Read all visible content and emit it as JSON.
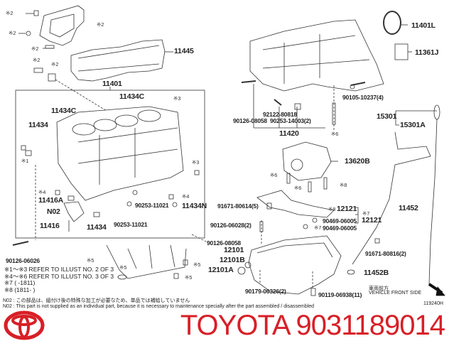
{
  "diagram": {
    "code": "119240H",
    "direction": {
      "jp": "車両前方",
      "en": "VEHICLE FRONT SIDE"
    },
    "labels": {
      "11445": "11445",
      "11401": "11401",
      "11434C_a": "11434C",
      "11434C_b": "11434C",
      "11434_a": "11434",
      "11434_b": "11434",
      "11416A": "11416A",
      "N02": "N02",
      "11416": "11416",
      "90253_a": "90253-11021",
      "90253_b": "90253-11021",
      "11434N": "11434N",
      "90126_06026": "90126-06026",
      "11401L": "11401L",
      "11361J": "11361J",
      "90126_08058_a": "90126-08058",
      "92122": "92122-80818",
      "90253_14003": "90253-14003(2)",
      "11420": "11420",
      "90105": "90105-10237(4)",
      "15301": "15301",
      "15301A": "15301A",
      "13620B": "13620B",
      "91671_80614": "91671-80614(5)",
      "12121_a": "12121",
      "12121_b": "12121",
      "90469_a": "90469-06005",
      "90469_b": "90469-06005",
      "90126_06028": "90126-06028(2)",
      "90126_08058_b": "90126-08058",
      "12101": "12101",
      "12101B": "12101B",
      "12101A": "12101A",
      "11452": "11452",
      "91671_80816": "91671-80816(2)",
      "11452B": "11452B",
      "90179": "90179-06326(2)",
      "90119": "90119-06938(11)"
    },
    "refs": {
      "r1": "※1",
      "r2": "※2",
      "r3": "※3",
      "r4": "※4",
      "r5": "※5",
      "r6": "※6",
      "r7": "※7",
      "r8": "※8"
    }
  },
  "footnotes": {
    "lines": [
      "※1～※3  REFER TO ILLUST NO. 2 OF 3",
      "※4～※6  REFER TO ILLUST NO. 3 OF 3",
      "※7 (        -1811)",
      "※8 (1811-        )"
    ],
    "n02_jp": "N02 : この部品は、組付け後の特殊な加工が必要なため、単品では補給していません",
    "n02_en": "N02 : This part is not supplied as an individual part, because it is necessary to maintenance specially after the part assembled / disassembled"
  },
  "brand": {
    "text": "TOYOTA 9031189014",
    "color": "#d81f26"
  }
}
